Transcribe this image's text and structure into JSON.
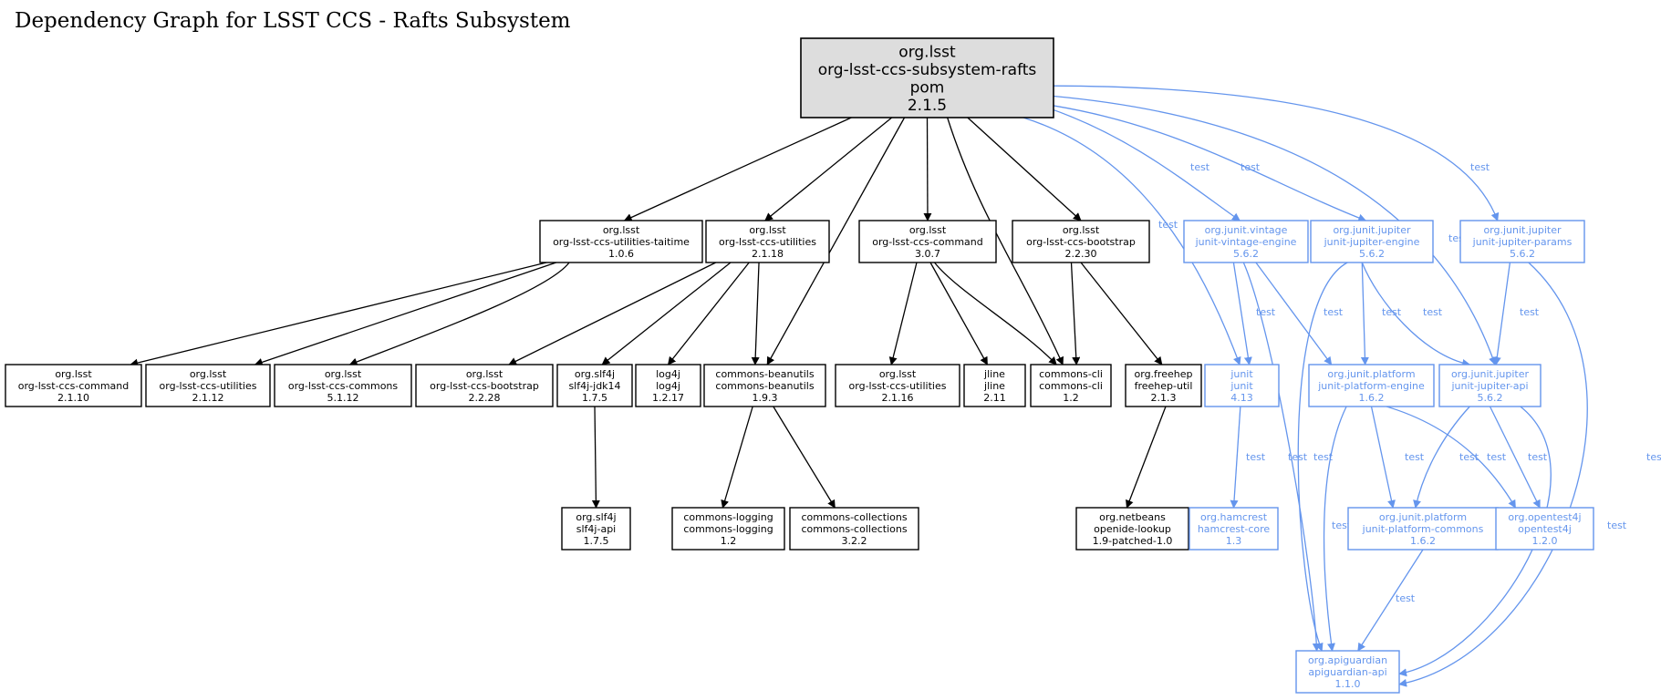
{
  "title": "Dependency Graph for LSST CCS - Rafts Subsystem",
  "colors": {
    "compile": "#000000",
    "test": "#6495ed",
    "root_fill": "#dddddd"
  },
  "nodes": [
    {
      "id": "root",
      "kind": "root",
      "lines": [
        "org.lsst",
        "org-lsst-ccs-subsystem-rafts",
        "pom",
        "2.1.5"
      ]
    },
    {
      "id": "taitime",
      "kind": "compile",
      "lines": [
        "org.lsst",
        "org-lsst-ccs-utilities-taitime",
        "1.0.6"
      ]
    },
    {
      "id": "utilities2118",
      "kind": "compile",
      "lines": [
        "org.lsst",
        "org-lsst-ccs-utilities",
        "2.1.18"
      ]
    },
    {
      "id": "command307",
      "kind": "compile",
      "lines": [
        "org.lsst",
        "org-lsst-ccs-command",
        "3.0.7"
      ]
    },
    {
      "id": "bootstrap2230",
      "kind": "compile",
      "lines": [
        "org.lsst",
        "org-lsst-ccs-bootstrap",
        "2.2.30"
      ]
    },
    {
      "id": "vintage",
      "kind": "test",
      "lines": [
        "org.junit.vintage",
        "junit-vintage-engine",
        "5.6.2"
      ]
    },
    {
      "id": "jupengine",
      "kind": "test",
      "lines": [
        "org.junit.jupiter",
        "junit-jupiter-engine",
        "5.6.2"
      ]
    },
    {
      "id": "jupparams",
      "kind": "test",
      "lines": [
        "org.junit.jupiter",
        "junit-jupiter-params",
        "5.6.2"
      ]
    },
    {
      "id": "command2110",
      "kind": "compile",
      "lines": [
        "org.lsst",
        "org-lsst-ccs-command",
        "2.1.10"
      ]
    },
    {
      "id": "utilities2112",
      "kind": "compile",
      "lines": [
        "org.lsst",
        "org-lsst-ccs-utilities",
        "2.1.12"
      ]
    },
    {
      "id": "commons5112",
      "kind": "compile",
      "lines": [
        "org.lsst",
        "org-lsst-ccs-commons",
        "5.1.12"
      ]
    },
    {
      "id": "bootstrap2228",
      "kind": "compile",
      "lines": [
        "org.lsst",
        "org-lsst-ccs-bootstrap",
        "2.2.28"
      ]
    },
    {
      "id": "slf4jjdk",
      "kind": "compile",
      "lines": [
        "org.slf4j",
        "slf4j-jdk14",
        "1.7.5"
      ]
    },
    {
      "id": "log4j",
      "kind": "compile",
      "lines": [
        "log4j",
        "log4j",
        "1.2.17"
      ]
    },
    {
      "id": "beanutils",
      "kind": "compile",
      "lines": [
        "commons-beanutils",
        "commons-beanutils",
        "1.9.3"
      ]
    },
    {
      "id": "utilities2116",
      "kind": "compile",
      "lines": [
        "org.lsst",
        "org-lsst-ccs-utilities",
        "2.1.16"
      ]
    },
    {
      "id": "jline",
      "kind": "compile",
      "lines": [
        "jline",
        "jline",
        "2.11"
      ]
    },
    {
      "id": "cli",
      "kind": "compile",
      "lines": [
        "commons-cli",
        "commons-cli",
        "1.2"
      ]
    },
    {
      "id": "freehep",
      "kind": "compile",
      "lines": [
        "org.freehep",
        "freehep-util",
        "2.1.3"
      ]
    },
    {
      "id": "junit",
      "kind": "test",
      "lines": [
        "junit",
        "junit",
        "4.13"
      ]
    },
    {
      "id": "platengine",
      "kind": "test",
      "lines": [
        "org.junit.platform",
        "junit-platform-engine",
        "1.6.2"
      ]
    },
    {
      "id": "jupapi",
      "kind": "test",
      "lines": [
        "org.junit.jupiter",
        "junit-jupiter-api",
        "5.6.2"
      ]
    },
    {
      "id": "slf4japi",
      "kind": "compile",
      "lines": [
        "org.slf4j",
        "slf4j-api",
        "1.7.5"
      ]
    },
    {
      "id": "logging",
      "kind": "compile",
      "lines": [
        "commons-logging",
        "commons-logging",
        "1.2"
      ]
    },
    {
      "id": "collections",
      "kind": "compile",
      "lines": [
        "commons-collections",
        "commons-collections",
        "3.2.2"
      ]
    },
    {
      "id": "openide",
      "kind": "compile",
      "lines": [
        "org.netbeans",
        "openide-lookup",
        "1.9-patched-1.0"
      ]
    },
    {
      "id": "hamcrest",
      "kind": "test",
      "lines": [
        "org.hamcrest",
        "hamcrest-core",
        "1.3"
      ]
    },
    {
      "id": "platcommons",
      "kind": "test",
      "lines": [
        "org.junit.platform",
        "junit-platform-commons",
        "1.6.2"
      ]
    },
    {
      "id": "opentest4j",
      "kind": "test",
      "lines": [
        "org.opentest4j",
        "opentest4j",
        "1.2.0"
      ]
    },
    {
      "id": "apiguardian",
      "kind": "test",
      "lines": [
        "org.apiguardian",
        "apiguardian-api",
        "1.1.0"
      ]
    }
  ],
  "edges": [
    {
      "from": "root",
      "to": "taitime",
      "kind": "compile",
      "label": ""
    },
    {
      "from": "root",
      "to": "utilities2118",
      "kind": "compile",
      "label": ""
    },
    {
      "from": "root",
      "to": "beanutils",
      "kind": "compile",
      "label": ""
    },
    {
      "from": "root",
      "to": "command307",
      "kind": "compile",
      "label": ""
    },
    {
      "from": "root",
      "to": "cli",
      "kind": "compile",
      "label": ""
    },
    {
      "from": "root",
      "to": "bootstrap2230",
      "kind": "compile",
      "label": ""
    },
    {
      "from": "root",
      "to": "junit",
      "kind": "test",
      "label": "test"
    },
    {
      "from": "root",
      "to": "vintage",
      "kind": "test",
      "label": "test"
    },
    {
      "from": "root",
      "to": "jupengine",
      "kind": "test",
      "label": "test"
    },
    {
      "from": "root",
      "to": "jupapi",
      "kind": "test",
      "label": "test"
    },
    {
      "from": "root",
      "to": "jupparams",
      "kind": "test",
      "label": "test"
    },
    {
      "from": "taitime",
      "to": "command2110",
      "kind": "compile",
      "label": ""
    },
    {
      "from": "taitime",
      "to": "utilities2112",
      "kind": "compile",
      "label": ""
    },
    {
      "from": "taitime",
      "to": "commons5112",
      "kind": "compile",
      "label": ""
    },
    {
      "from": "utilities2118",
      "to": "bootstrap2228",
      "kind": "compile",
      "label": ""
    },
    {
      "from": "utilities2118",
      "to": "slf4jjdk",
      "kind": "compile",
      "label": ""
    },
    {
      "from": "utilities2118",
      "to": "log4j",
      "kind": "compile",
      "label": ""
    },
    {
      "from": "utilities2118",
      "to": "beanutils",
      "kind": "compile",
      "label": ""
    },
    {
      "from": "command307",
      "to": "utilities2116",
      "kind": "compile",
      "label": ""
    },
    {
      "from": "command307",
      "to": "jline",
      "kind": "compile",
      "label": ""
    },
    {
      "from": "command307",
      "to": "cli",
      "kind": "compile",
      "label": ""
    },
    {
      "from": "bootstrap2230",
      "to": "cli",
      "kind": "compile",
      "label": ""
    },
    {
      "from": "bootstrap2230",
      "to": "freehep",
      "kind": "compile",
      "label": ""
    },
    {
      "from": "slf4jjdk",
      "to": "slf4japi",
      "kind": "compile",
      "label": ""
    },
    {
      "from": "beanutils",
      "to": "logging",
      "kind": "compile",
      "label": ""
    },
    {
      "from": "beanutils",
      "to": "collections",
      "kind": "compile",
      "label": ""
    },
    {
      "from": "freehep",
      "to": "openide",
      "kind": "compile",
      "label": ""
    },
    {
      "from": "vintage",
      "to": "junit",
      "kind": "test",
      "label": "test"
    },
    {
      "from": "vintage",
      "to": "platengine",
      "kind": "test",
      "label": "test"
    },
    {
      "from": "vintage",
      "to": "apiguardian",
      "kind": "test",
      "label": "test"
    },
    {
      "from": "jupengine",
      "to": "platengine",
      "kind": "test",
      "label": "test"
    },
    {
      "from": "jupengine",
      "to": "jupapi",
      "kind": "test",
      "label": "test"
    },
    {
      "from": "jupengine",
      "to": "apiguardian",
      "kind": "test",
      "label": "test"
    },
    {
      "from": "jupparams",
      "to": "jupapi",
      "kind": "test",
      "label": "test"
    },
    {
      "from": "jupparams",
      "to": "apiguardian",
      "kind": "test",
      "label": "test"
    },
    {
      "from": "junit",
      "to": "hamcrest",
      "kind": "test",
      "label": "test"
    },
    {
      "from": "platengine",
      "to": "platcommons",
      "kind": "test",
      "label": "test"
    },
    {
      "from": "platengine",
      "to": "opentest4j",
      "kind": "test",
      "label": "test"
    },
    {
      "from": "platengine",
      "to": "apiguardian",
      "kind": "test",
      "label": "test"
    },
    {
      "from": "jupapi",
      "to": "platcommons",
      "kind": "test",
      "label": "test"
    },
    {
      "from": "jupapi",
      "to": "opentest4j",
      "kind": "test",
      "label": "test"
    },
    {
      "from": "jupapi",
      "to": "apiguardian",
      "kind": "test",
      "label": "test"
    },
    {
      "from": "platcommons",
      "to": "apiguardian",
      "kind": "test",
      "label": "test"
    }
  ]
}
